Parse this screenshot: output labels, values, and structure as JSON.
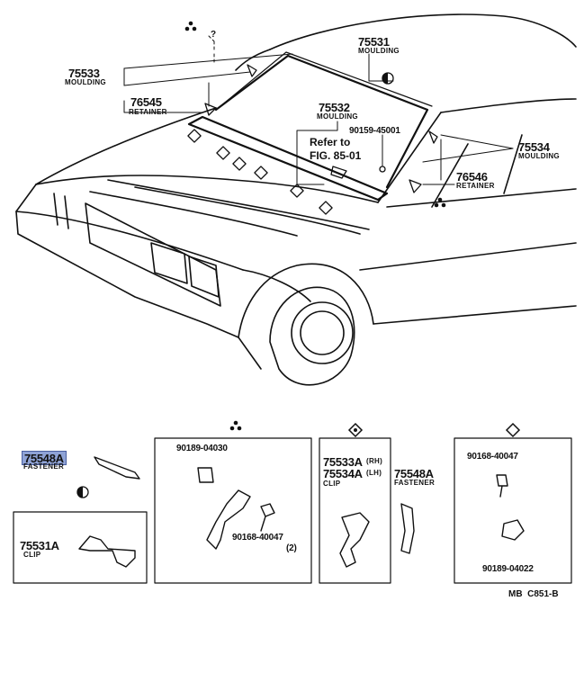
{
  "parts": {
    "p75531": {
      "num": "75531",
      "name": "MOULDING"
    },
    "p75533": {
      "num": "75533",
      "name": "MOULDING"
    },
    "p76545": {
      "num": "76545",
      "name": "RETAINER"
    },
    "p75532": {
      "num": "75532",
      "name": "MOULDING"
    },
    "p75534": {
      "num": "75534",
      "name": "MOULDING"
    },
    "p76546": {
      "num": "76546",
      "name": "RETAINER"
    },
    "p90159": {
      "num": "90159-45001"
    }
  },
  "reference": {
    "line1": "Refer to",
    "line2": "FIG. 85-01"
  },
  "question_mark": "?",
  "boxes": {
    "fastener": {
      "num": "75548A",
      "name": "FASTENER"
    },
    "clip_75531a": {
      "num": "75531A",
      "name": "CLIP"
    },
    "box_tri": {
      "part_a": "90189-04030",
      "part_b": "90168-40047",
      "part_b_qty": "(2)"
    },
    "box_diamond": {
      "num_rh": "75533A",
      "tag_rh": "(RH)",
      "num_lh": "75534A",
      "tag_lh": "(LH)",
      "name": "CLIP",
      "num2": "75548A",
      "name2": "FASTENER"
    },
    "box_diamond2": {
      "part_a": "90168-40047",
      "part_b": "90189-04022"
    }
  },
  "figure_code": "MB  C851-B"
}
